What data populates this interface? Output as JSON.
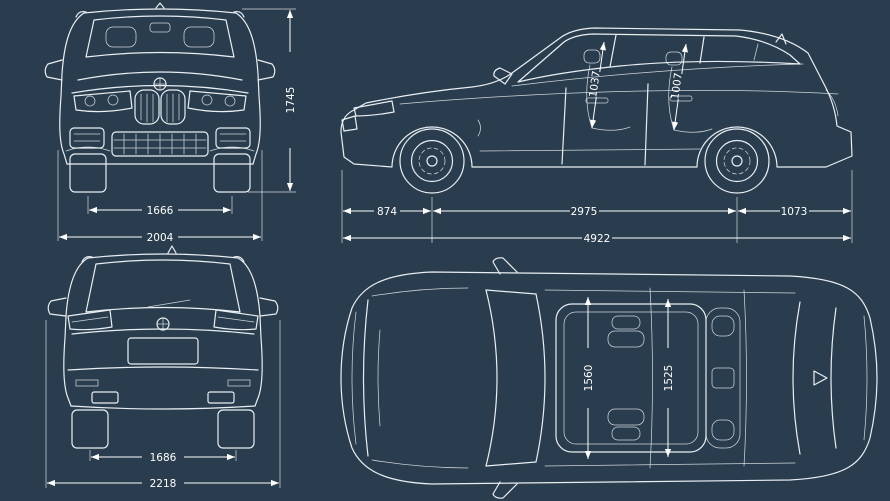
{
  "colors": {
    "background": "#2a3d4e",
    "car_line": "#e9eef2",
    "dimension_line": "#ffffff"
  },
  "diagram": {
    "views": {
      "front": {
        "track_width_mm": "1666",
        "overall_width_mm": "2004",
        "height_mm": "1745"
      },
      "side": {
        "front_headroom_mm": "1037",
        "rear_headroom_mm": "1007",
        "front_overhang_mm": "874",
        "wheelbase_mm": "2975",
        "rear_overhang_mm": "1073",
        "overall_length_mm": "4922"
      },
      "rear": {
        "track_width_mm": "1686",
        "width_incl_mirrors_mm": "2218"
      },
      "top": {
        "front_interior_width_mm": "1560",
        "rear_interior_width_mm": "1525"
      }
    }
  }
}
